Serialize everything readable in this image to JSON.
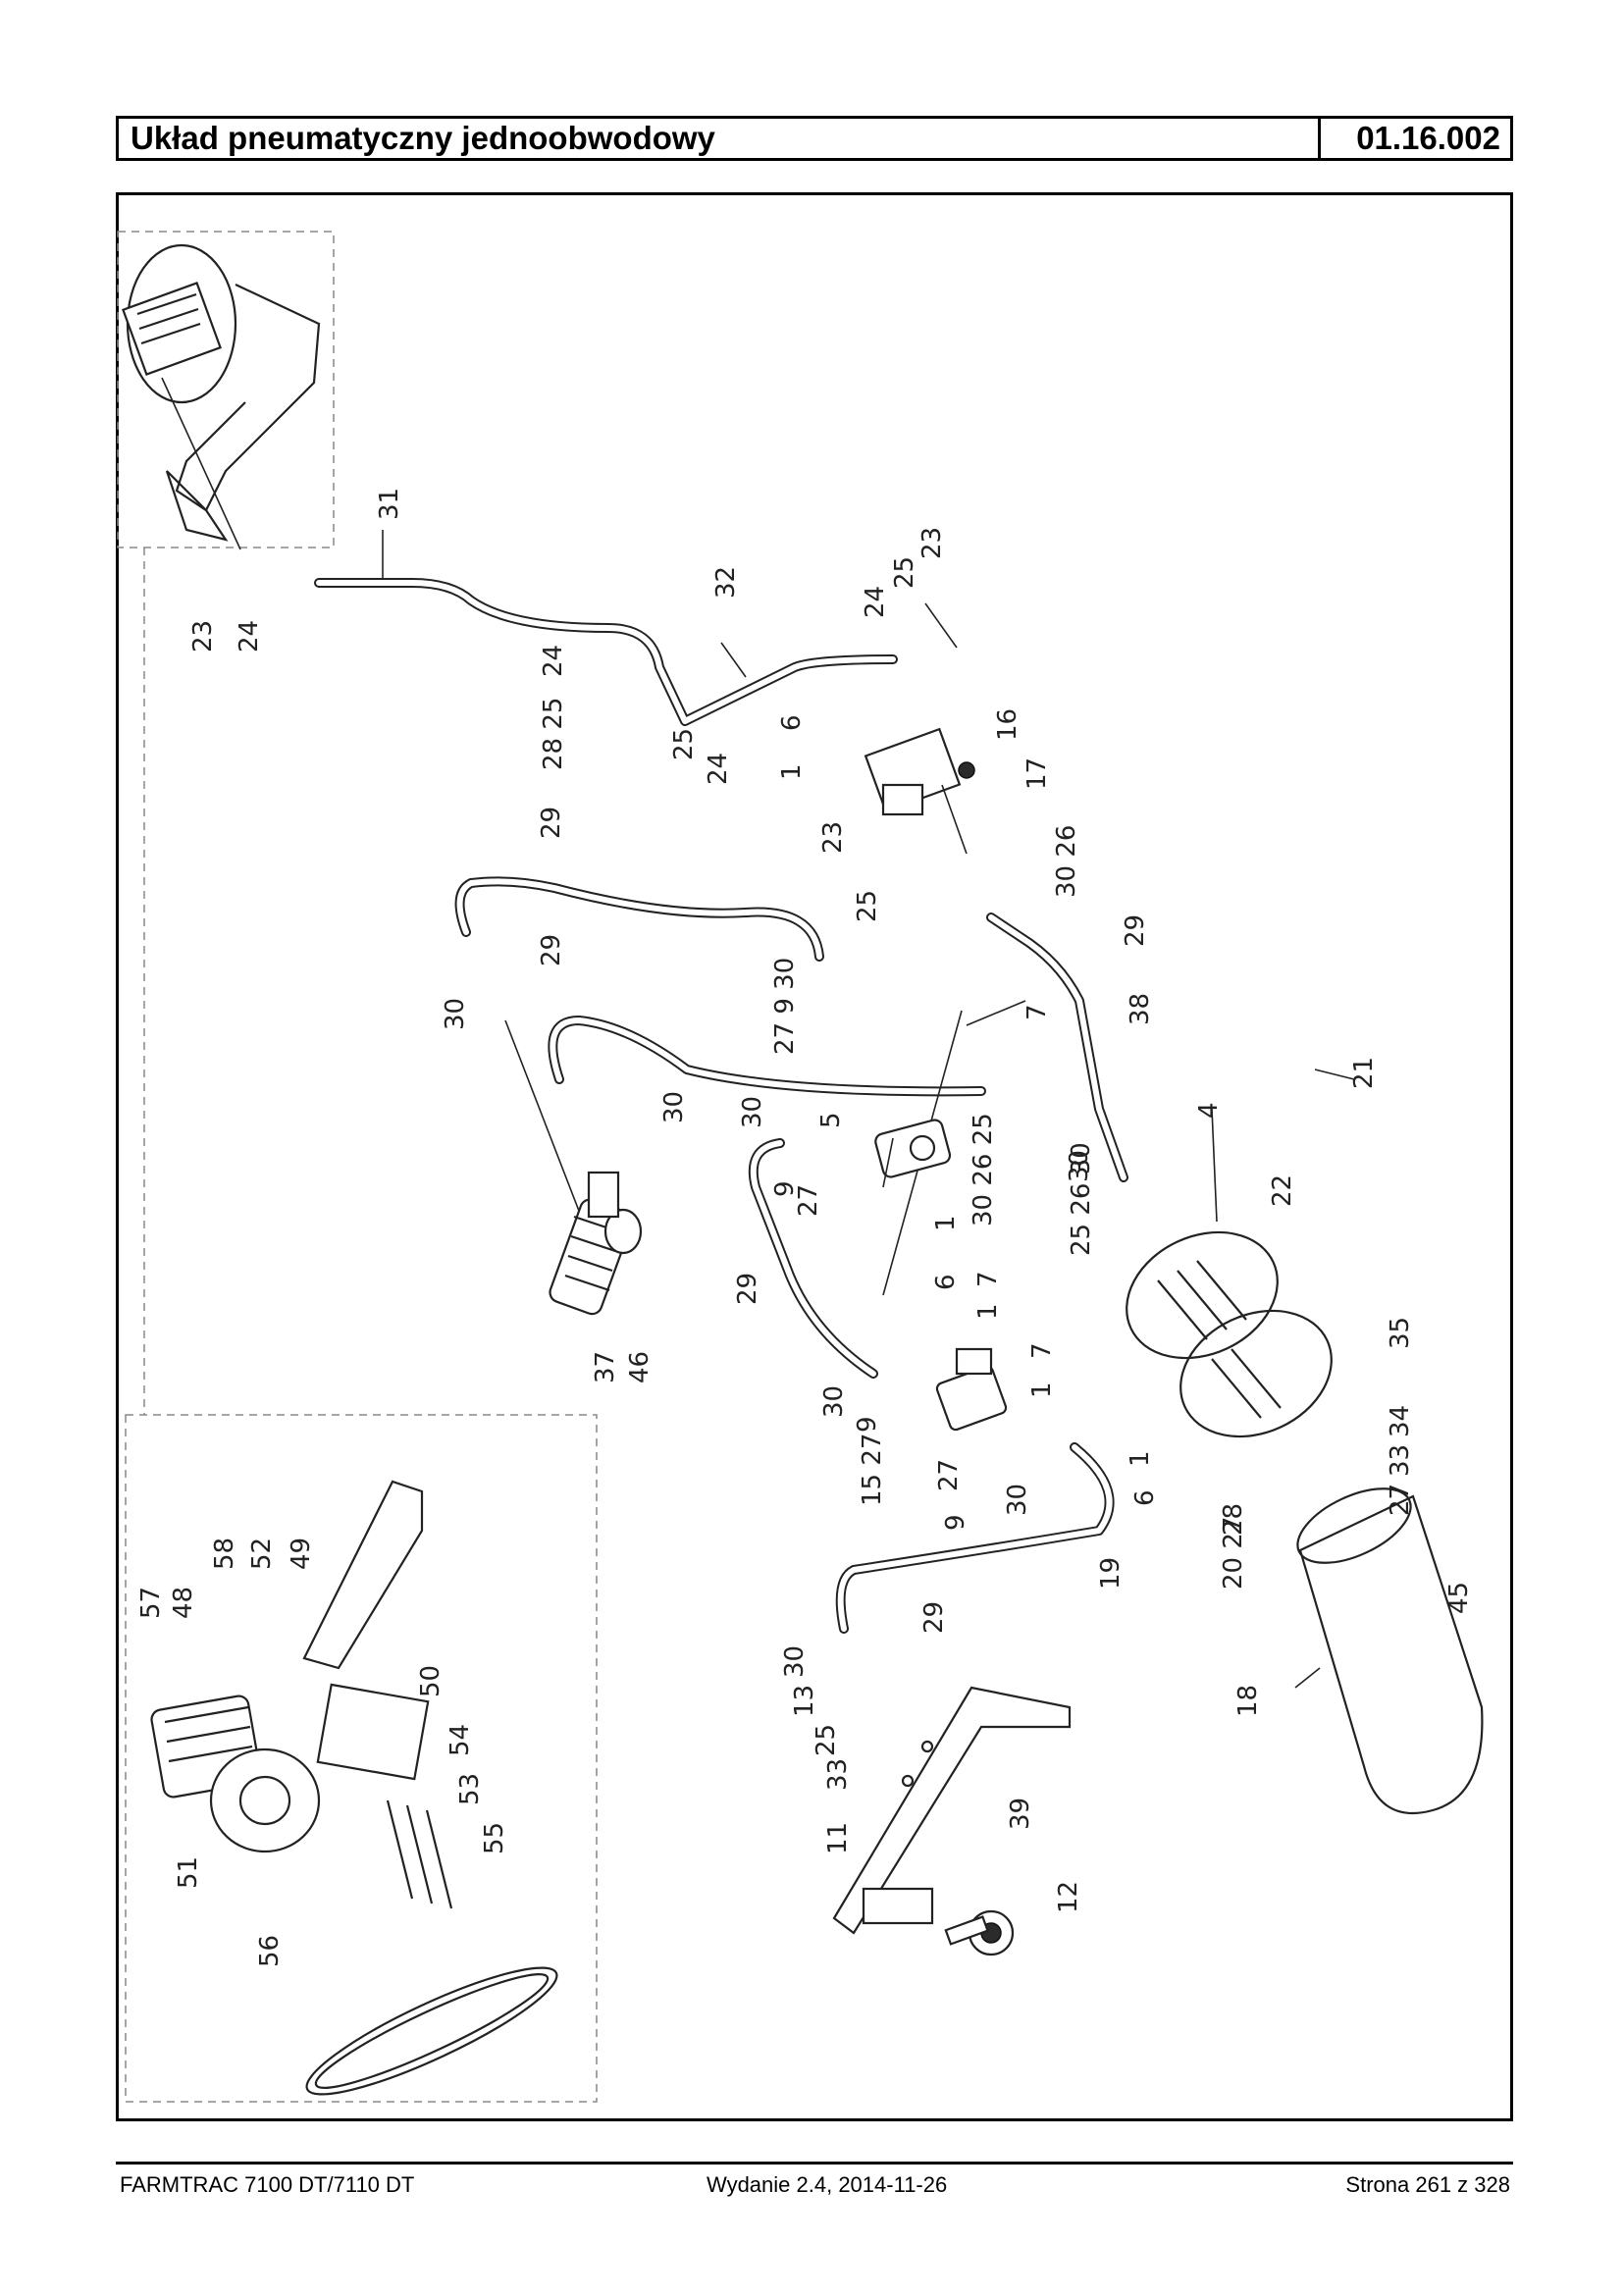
{
  "header": {
    "title": "Układ pneumatyczny jednoobwodowy",
    "code": "01.16.002"
  },
  "footer": {
    "model": "FARMTRAC 7100 DT/7110 DT",
    "edition": "Wydanie 2.4,  2014-11-26",
    "page": "Strona 261 z 328"
  },
  "callouts": [
    "31",
    "23",
    "24",
    "32",
    "24",
    "25",
    "23",
    "24",
    "28 25",
    "25",
    "24",
    "6",
    "16",
    "1",
    "17",
    "29",
    "23",
    "25",
    "30 26",
    "29",
    "30",
    "29",
    "27 9 30",
    "7",
    "38",
    "4",
    "21",
    "30",
    "30",
    "5",
    "22",
    "30 26 25",
    "30",
    "9",
    "27",
    "1",
    "25 26 30",
    "6",
    "7",
    "1",
    "29",
    "7",
    "1",
    "35",
    "37",
    "46",
    "30",
    "9",
    "15 27",
    "27",
    "9",
    "30",
    "6",
    "1",
    "34",
    "33",
    "27",
    "28",
    "19",
    "20 27",
    "45",
    "29",
    "57",
    "48",
    "58",
    "52",
    "49",
    "50",
    "30",
    "13",
    "25",
    "33",
    "11",
    "39",
    "18",
    "54",
    "53",
    "55",
    "51",
    "12",
    "56"
  ]
}
